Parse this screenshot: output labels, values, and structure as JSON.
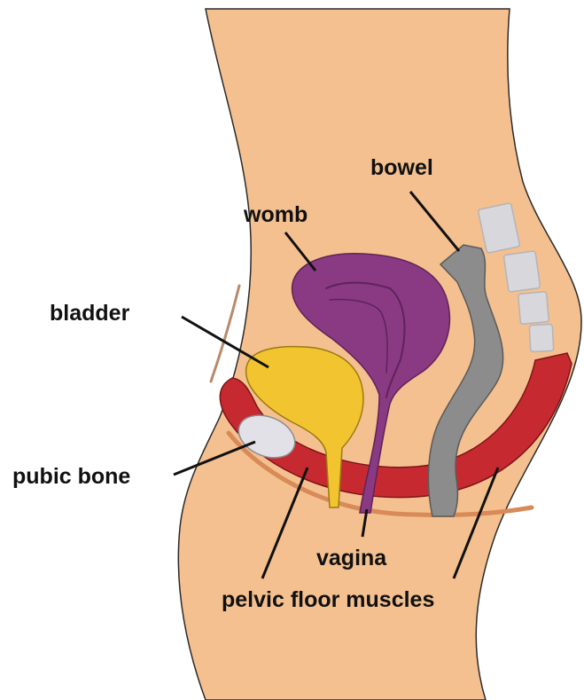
{
  "labels": {
    "bowel": "bowel",
    "womb": "womb",
    "bladder": "bladder",
    "pubic_bone": "pubic bone",
    "vagina": "vagina",
    "pelvic_floor_muscles": "pelvic floor muscles"
  },
  "colors": {
    "skin": "#f5c08f",
    "skin_outline": "#2a2a2a",
    "womb": "#8a3a83",
    "womb_outline": "#5e2358",
    "bladder": "#f2c530",
    "bladder_outline": "#9a7a10",
    "bowel": "#8c8c8c",
    "bowel_outline": "#5a5a5a",
    "pelvic_floor": "#c62a30",
    "pelvic_floor_outline": "#7e1418",
    "pubic_bone": "#e1e1e7",
    "spine": "#d8d8dc",
    "body_line": "#c98a60",
    "leader_line": "#111111"
  }
}
